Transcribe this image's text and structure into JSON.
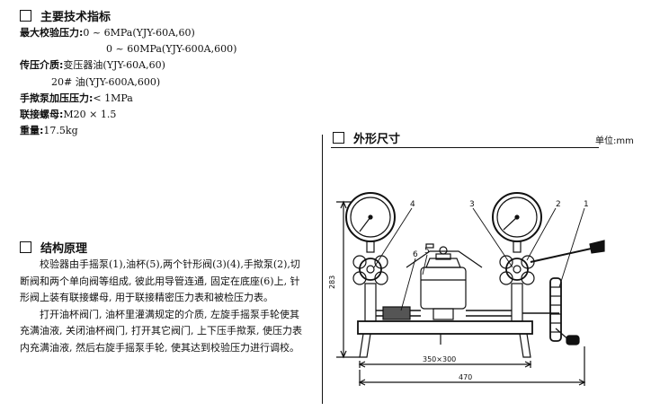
{
  "section1": {
    "title": "主要技术指标",
    "specs": [
      {
        "label": "最大校验压力:",
        "value": "0 ~ 6MPa(YJY-60A,60)"
      },
      {
        "label": "",
        "value": "0 ~ 60MPa(YJY-600A,600)"
      },
      {
        "label": "传压介质:",
        "value": "变压器油(YJY-60A,60)"
      },
      {
        "label": "",
        "value": "20# 油(YJY-600A,600)"
      },
      {
        "label": "手揿泵加压压力:",
        "value": "< 1MPa"
      },
      {
        "label": "联接螺母:",
        "value": "M20 × 1.5"
      },
      {
        "label": "重量:",
        "value": "17.5kg"
      }
    ]
  },
  "section2": {
    "title": "结构原理",
    "paragraph1": "校验器由手摇泵(1),油杯(5),两个针形阀(3)(4),手揿泵(2),切断阀和两个单向阀等组成, 彼此用导管连通, 固定在底座(6)上, 针形阀上装有联接螺母, 用于联接精密压力表和被检压力表。",
    "paragraph2": "打开油杯阀门, 油杯里灌满规定的介质, 左旋手摇泵手轮使其充满油液, 关闭油杯阀门, 打开其它阀门, 上下压手揿泵, 使压力表内充满油液, 然后右旋手摇泵手轮, 使其达到校验压力进行调校。"
  },
  "section3": {
    "title": "外形尺寸",
    "unit": "单位:mm"
  },
  "drawing": {
    "callouts": [
      "4",
      "5",
      "6",
      "3",
      "2",
      "1"
    ],
    "dim_height": "283",
    "dim_base": "350×300",
    "dim_total": "470"
  }
}
